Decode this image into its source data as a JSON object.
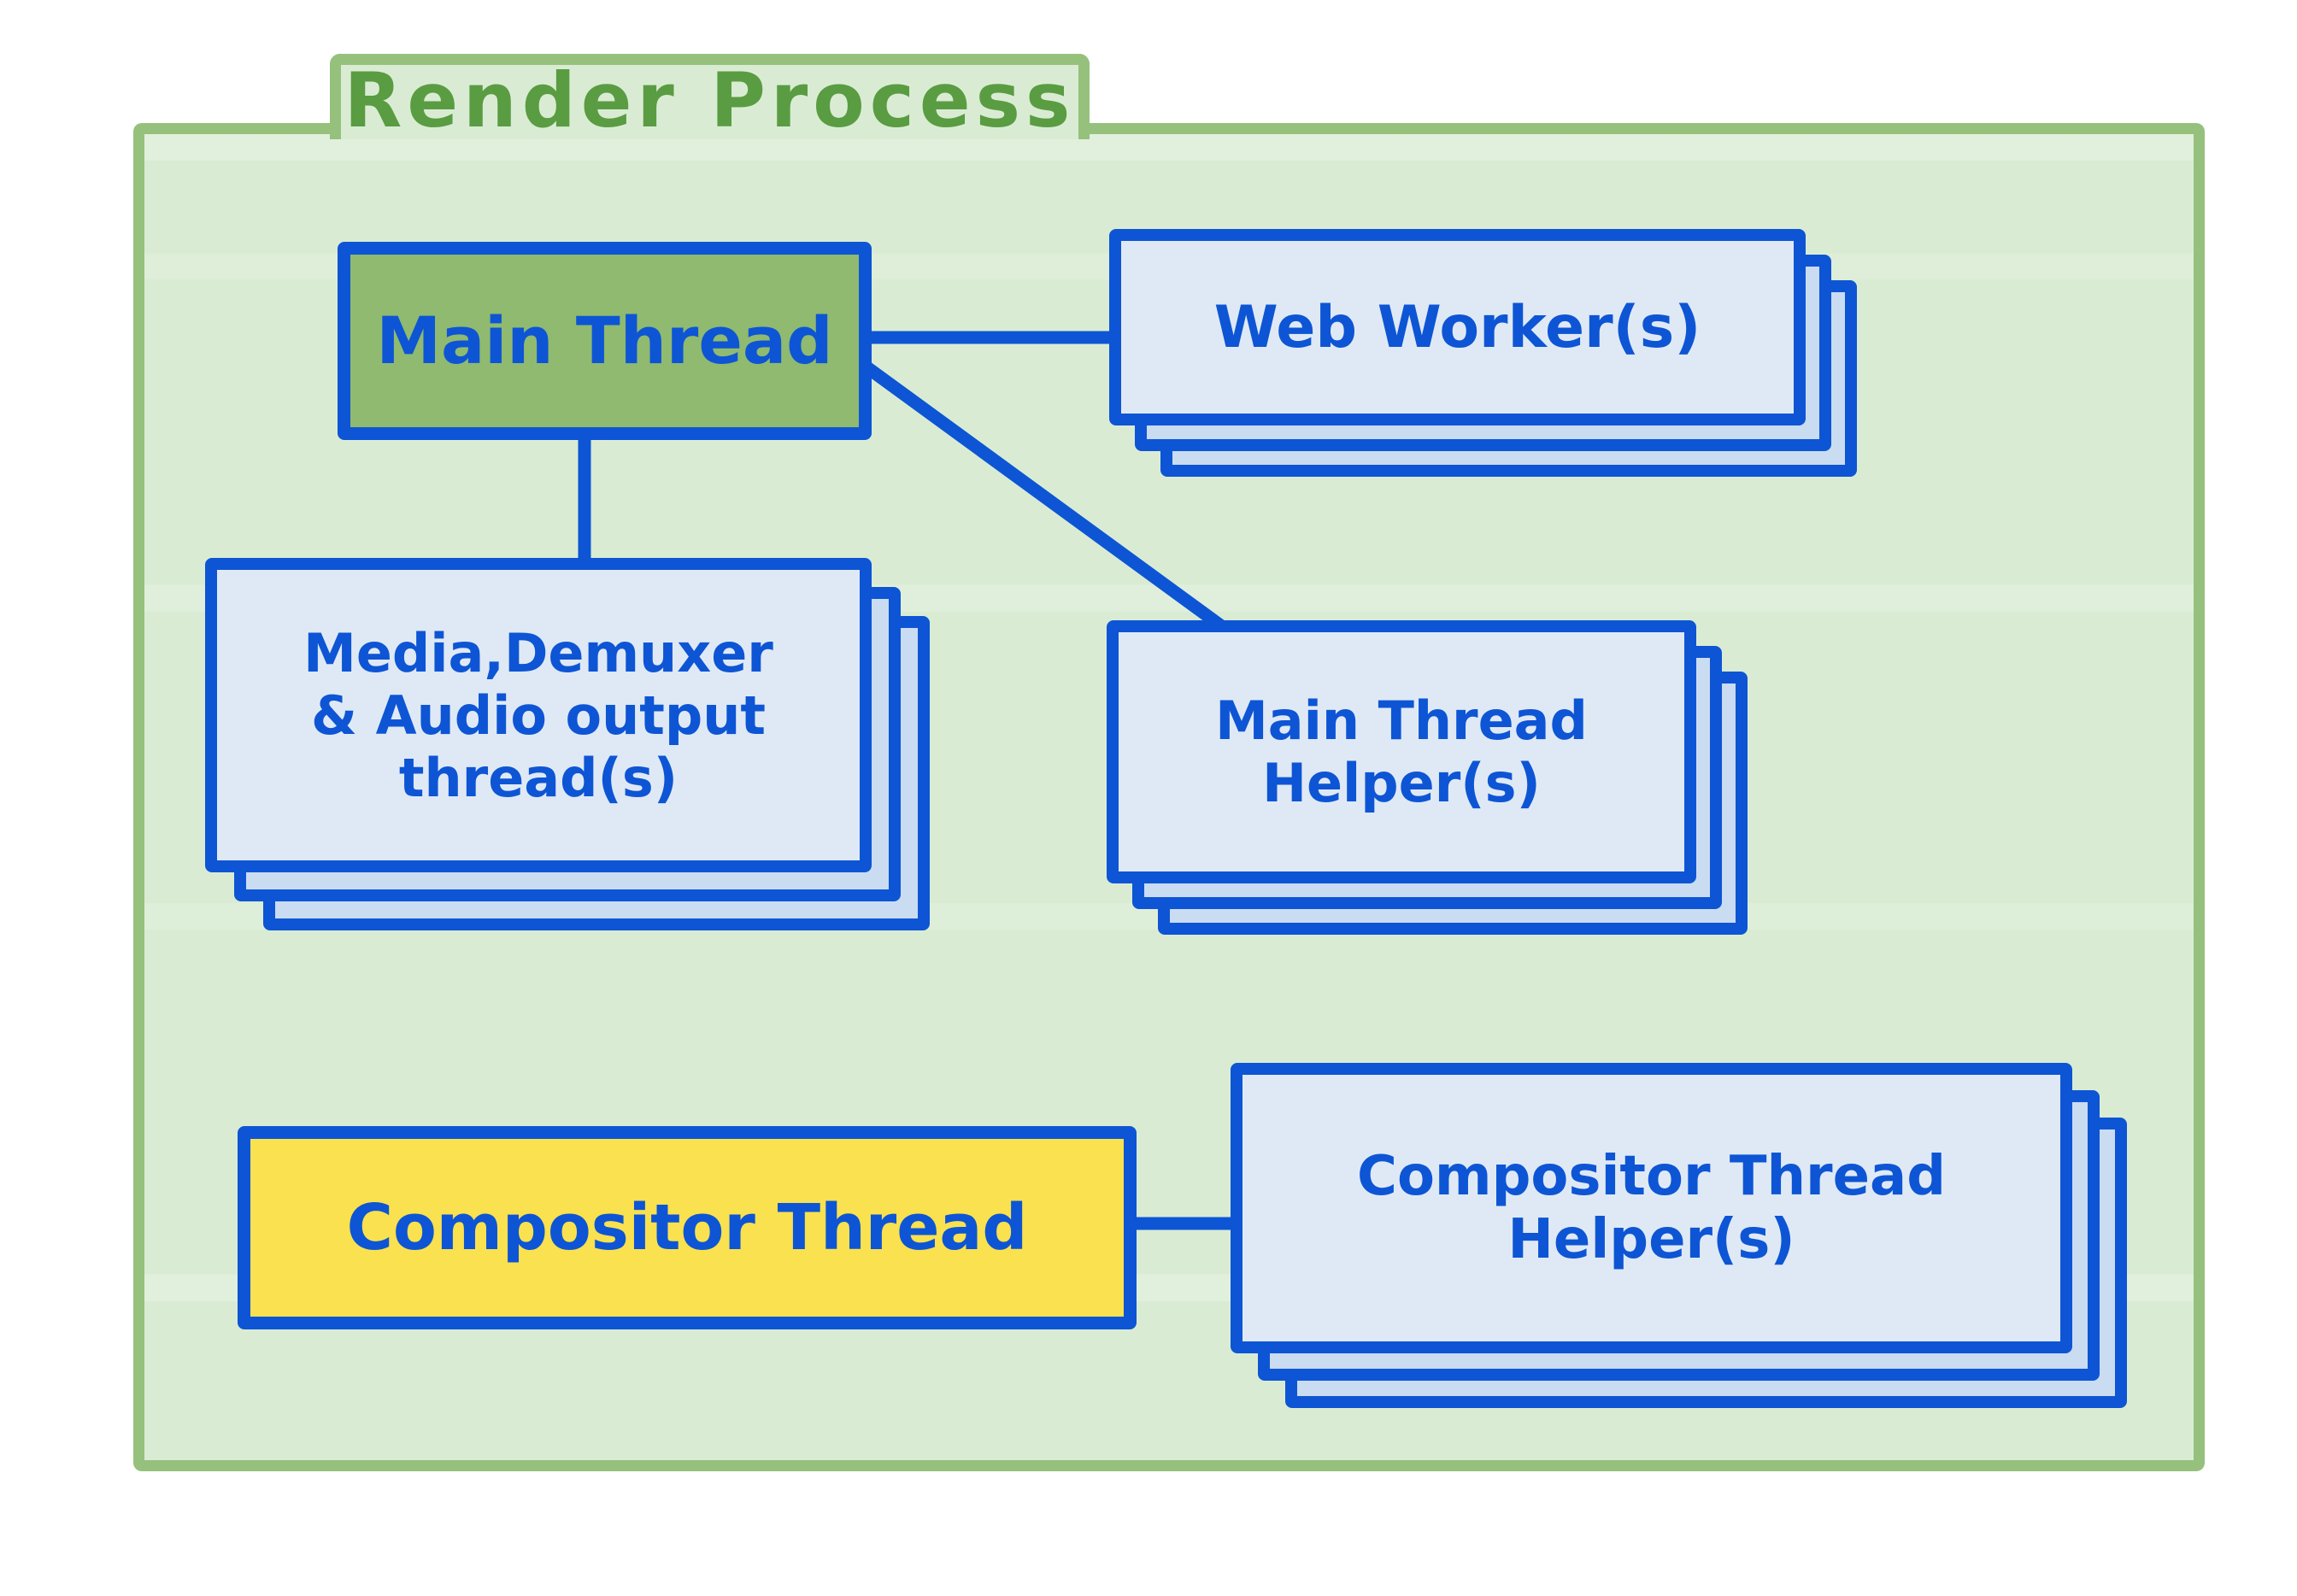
{
  "diagram": {
    "title": "Render Process",
    "type": "hand-drawn process/thread architecture diagram",
    "container": {
      "label": "Render Process",
      "shape": "folder with top tab",
      "fill": "#d9ecd3",
      "border": "#95c17c",
      "title_color": "#5a9c42"
    },
    "nodes": {
      "main_thread": {
        "label": "Main Thread",
        "fill": "#8fba70",
        "kind": "single box"
      },
      "web_workers": {
        "label": "Web Worker(s)",
        "fill": "#dfe9f5",
        "kind": "stacked cards x3"
      },
      "media_threads": {
        "line1": "Media,Demuxer",
        "line2": "& Audio output",
        "line3": "thread(s)",
        "fill": "#dfe9f5",
        "kind": "stacked cards x3"
      },
      "main_thread_helpers": {
        "line1": "Main Thread",
        "line2": "Helper(s)",
        "fill": "#dfe9f5",
        "kind": "stacked cards x3"
      },
      "compositor_thread": {
        "label": "Compositor Thread",
        "fill": "#f9e14f",
        "kind": "single box"
      },
      "compositor_thread_helpers": {
        "line1": "Compositor Thread",
        "line2": "Helper(s)",
        "fill": "#dfe9f5",
        "kind": "stacked cards x3"
      }
    },
    "connections": [
      {
        "from": "main_thread",
        "to": "web_workers",
        "style": "horizontal line"
      },
      {
        "from": "main_thread",
        "to": "media_threads",
        "style": "vertical line"
      },
      {
        "from": "main_thread",
        "to": "main_thread_helpers",
        "style": "diagonal line"
      },
      {
        "from": "compositor_thread",
        "to": "compositor_thread_helpers",
        "style": "horizontal line"
      }
    ],
    "colors": {
      "line_blue": "#0d55d4",
      "card_front_blue": "#dfe9f5",
      "card_back_blue": "#cadcf1",
      "node_green": "#8fba70",
      "node_yellow": "#f9e14f",
      "folder_green_fill": "#d9ecd3",
      "folder_green_border": "#95c17c",
      "title_green": "#5a9c42",
      "page_background": "#ffffff"
    }
  }
}
